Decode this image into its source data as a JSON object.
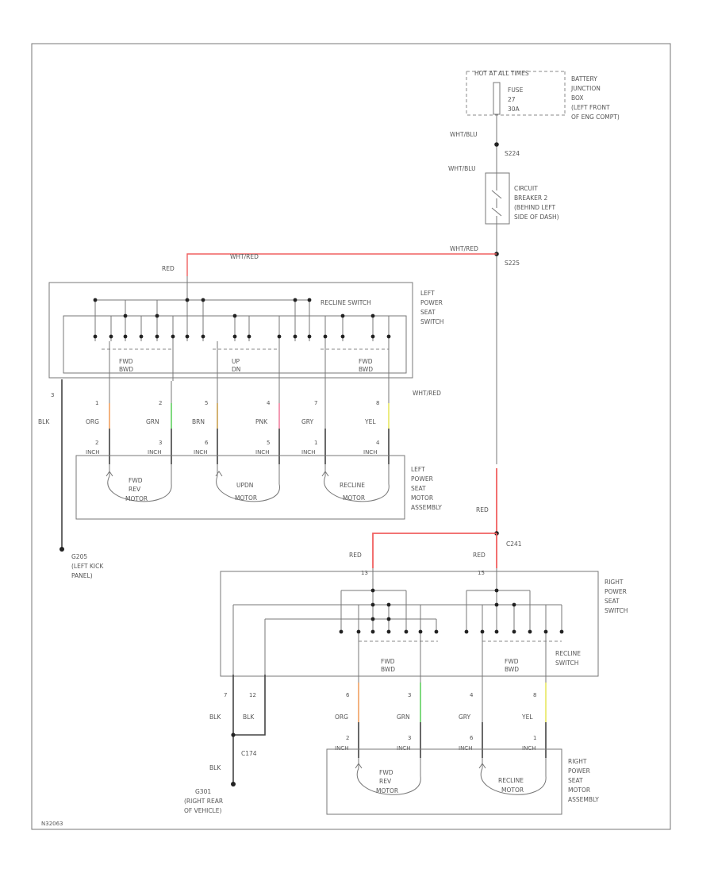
{
  "colors": {
    "red": "#f06060",
    "orange": "#f0a060",
    "green": "#60d060",
    "brown": "#c8a050",
    "pink": "#f080a0",
    "yellow": "#e8e860"
  },
  "fuse_box": {
    "header": "HOT AT ALL TIMES",
    "fuse": [
      "FUSE",
      "27",
      "30A"
    ],
    "label": [
      "BATTERY",
      "JUNCTION",
      "BOX",
      "(LEFT FRONT",
      "OF ENG COMPT)"
    ]
  },
  "splices": {
    "s224": "S224",
    "s225": "S225",
    "c241": "C241",
    "c174": "C174"
  },
  "circuit_breaker": [
    "CIRCUIT",
    "BREAKER 2",
    "(BEHIND LEFT",
    "SIDE OF DASH)"
  ],
  "wires": {
    "wht_blu": "WHT/BLU",
    "wht_red": "WHT/RED",
    "red": "RED",
    "blk": "BLK",
    "org": "ORG",
    "grn": "GRN",
    "brn": "BRN",
    "pnk": "PNK",
    "gry": "GRY",
    "yel": "YEL",
    "inch": "INCH"
  },
  "left_switch": {
    "label": [
      "LEFT",
      "POWER",
      "SEAT",
      "SWITCH"
    ],
    "recline_switch": "RECLINE SWITCH",
    "sw1": [
      "FWD",
      "BWD"
    ],
    "sw2": [
      "UP",
      "DN"
    ],
    "sw3": [
      "FWD",
      "BWD"
    ],
    "pins": [
      "3",
      "1",
      "2",
      "5",
      "4",
      "7",
      "8"
    ]
  },
  "left_motor": {
    "label": [
      "LEFT",
      "POWER",
      "SEAT",
      "MOTOR",
      "ASSEMBLY"
    ],
    "m1": [
      "FWD",
      "REV",
      "MOTOR"
    ],
    "m2": [
      "UPDN",
      "MOTOR"
    ],
    "m3": [
      "RECLINE",
      "MOTOR"
    ],
    "pins": [
      "2",
      "3",
      "6",
      "5",
      "1",
      "4"
    ]
  },
  "ground_left": [
    "G205",
    "(LEFT KICK",
    "PANEL)"
  ],
  "right_switch": {
    "label": [
      "RIGHT",
      "POWER",
      "SEAT",
      "SWITCH"
    ],
    "recline_switch": [
      "RECLINE",
      "SWITCH"
    ],
    "sw1": [
      "FWD",
      "BWD"
    ],
    "sw2": [
      "FWD",
      "BWD"
    ],
    "pins": [
      "7",
      "12",
      "6",
      "3",
      "4",
      "8"
    ],
    "top_pins": [
      "13",
      "15"
    ]
  },
  "right_motor": {
    "label": [
      "RIGHT",
      "POWER",
      "SEAT",
      "MOTOR",
      "ASSEMBLY"
    ],
    "m1": [
      "FWD",
      "REV",
      "MOTOR"
    ],
    "m2": [
      "RECLINE",
      "MOTOR"
    ],
    "pins": [
      "2",
      "3",
      "6",
      "1"
    ]
  },
  "ground_right": [
    "G301",
    "(RIGHT REAR",
    "OF VEHICLE)"
  ],
  "figure_id": "N32063"
}
